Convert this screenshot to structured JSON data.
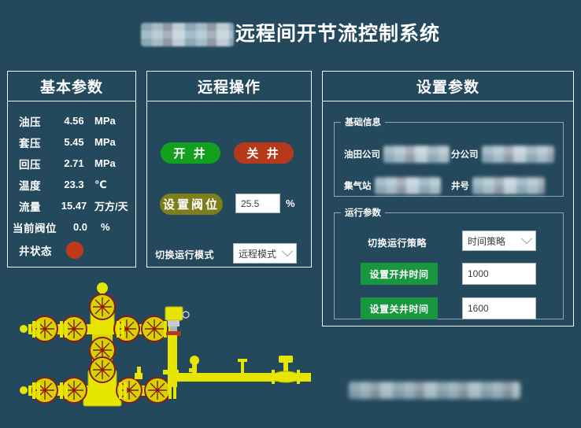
{
  "app": {
    "title_suffix": "远程间开节流控制系统",
    "title_redacted": true,
    "background_color": "#24495c"
  },
  "basic_panel": {
    "title": "基本参数",
    "rows": [
      {
        "label": "油压",
        "value": "4.56",
        "unit": "MPa"
      },
      {
        "label": "套压",
        "value": "5.45",
        "unit": "MPa"
      },
      {
        "label": "回压",
        "value": "2.71",
        "unit": "MPa"
      },
      {
        "label": "温度",
        "value": "23.3",
        "unit": "℃"
      },
      {
        "label": "流量",
        "value": "15.47",
        "unit": "万方/天"
      }
    ],
    "current_valve": {
      "label": "当前阀位",
      "value": "0.0",
      "unit": "%"
    },
    "well_status": {
      "label": "井状态",
      "lamp_color": "#c03a19"
    }
  },
  "remote_panel": {
    "title": "远程操作",
    "open_well_button": "开 井",
    "close_well_button": "关 井",
    "open_button_color": "#13a01f",
    "close_button_color": "#b7391b",
    "set_valve_button": "设置阀位",
    "set_valve_button_color": "#7e7e1d",
    "valve_input_value": "25.5",
    "valve_unit": "%",
    "mode_label": "切换运行模式",
    "mode_value": "远程模式"
  },
  "settings_panel": {
    "title": "设置参数",
    "basic_info": {
      "legend": "基础信息",
      "fields": [
        {
          "label": "油田公司",
          "value_redacted": true
        },
        {
          "label": "分公司",
          "value_redacted": true
        },
        {
          "label": "集气站",
          "value_redacted": true
        },
        {
          "label": "井号",
          "value_redacted": true
        }
      ]
    },
    "run_params": {
      "legend": "运行参数",
      "strategy_label": "切换运行策略",
      "strategy_value": "时间策略",
      "open_time_button": "设置开井时间",
      "open_time_value": "1000",
      "close_time_button": "设置关井时间",
      "close_time_value": "1600",
      "button_color": "#1a9641"
    }
  },
  "diagram": {
    "name": "wellhead-christmas-tree-schematic",
    "line_color": "#e6e600",
    "valve_marker_color": "#8b1a1a"
  },
  "footer": {
    "caption_redacted": true
  }
}
